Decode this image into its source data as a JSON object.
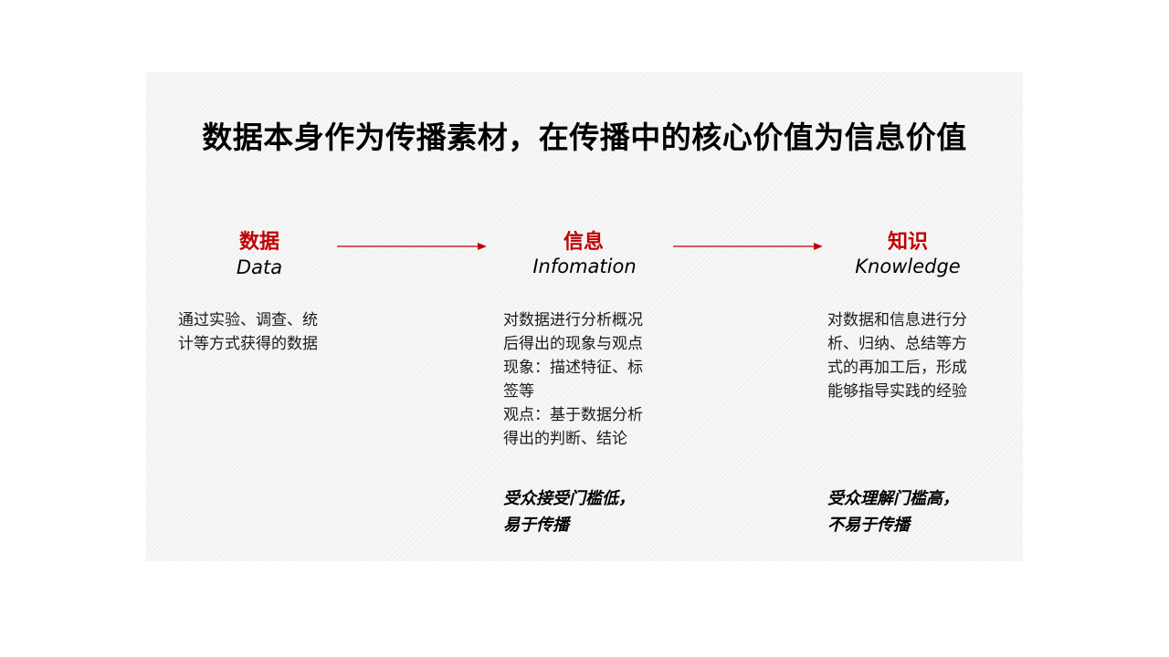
{
  "title": "数据本身作为传播素材，在传播中的核心价值为信息价值",
  "stages": [
    {
      "cn": "数据",
      "en": "Data",
      "desc_lines": [
        "通过实验、调查、统",
        "计等方式获得的数据"
      ]
    },
    {
      "cn": "信息",
      "en": "Infomation",
      "desc_lines": [
        "对数据进行分析概况",
        "后得出的现象与观点",
        "现象：描述特征、标",
        "签等",
        "观点：基于数据分析",
        "得出的判断、结论"
      ],
      "note_lines": [
        "受众接受门槛低，",
        "易于传播"
      ]
    },
    {
      "cn": "知识",
      "en": "Knowledge",
      "desc_lines": [
        "对数据和信息进行分",
        "析、归纳、总结等方",
        "式的再加工后，形成",
        "能够指导实践的经验"
      ],
      "note_lines": [
        "受众理解门槛高，",
        "不易于传播"
      ]
    }
  ],
  "colors": {
    "accent": "#c00000",
    "text": "#000000"
  },
  "icons": [
    "arrow-right-icon",
    "arrow-right-icon"
  ]
}
